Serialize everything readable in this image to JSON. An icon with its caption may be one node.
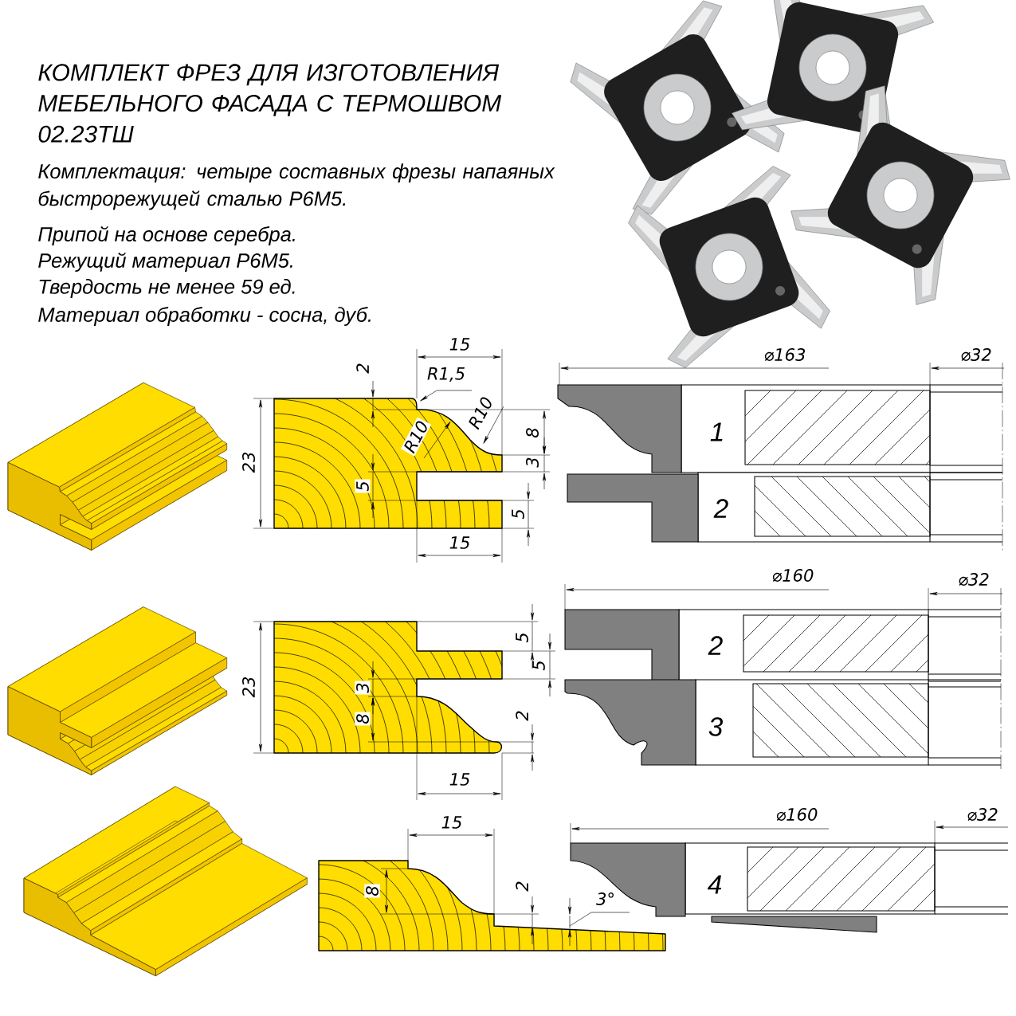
{
  "diagram": {
    "title": "КОМПЛЕКТ ФРЕЗ ДЛЯ ИЗГОТОВЛЕНИЯ МЕБЕЛЬНОГО ФАСАДА С ТЕРМОШВОМ 02.23ТШ",
    "labels": [
      "Комплектация: четыре составных фрезы напаяных быстрорежущей сталью Р6М5.",
      "Припой на основе серебра.",
      "Режущий материал Р6М5.",
      "Твердость не менее 59 ед.",
      "Материал обработки - сосна, дуб.",
      "15",
      "2",
      "R1,5",
      "R10",
      "R10",
      "8",
      "3",
      "23",
      "5",
      "5",
      "15",
      "⌀163",
      "⌀32",
      "1",
      "2",
      "5",
      "5",
      "23",
      "3",
      "8",
      "2",
      "15",
      "⌀160",
      "⌀32",
      "2",
      "3",
      "15",
      "8",
      "2",
      "3°",
      "⌀160",
      "⌀32",
      "4"
    ]
  }
}
